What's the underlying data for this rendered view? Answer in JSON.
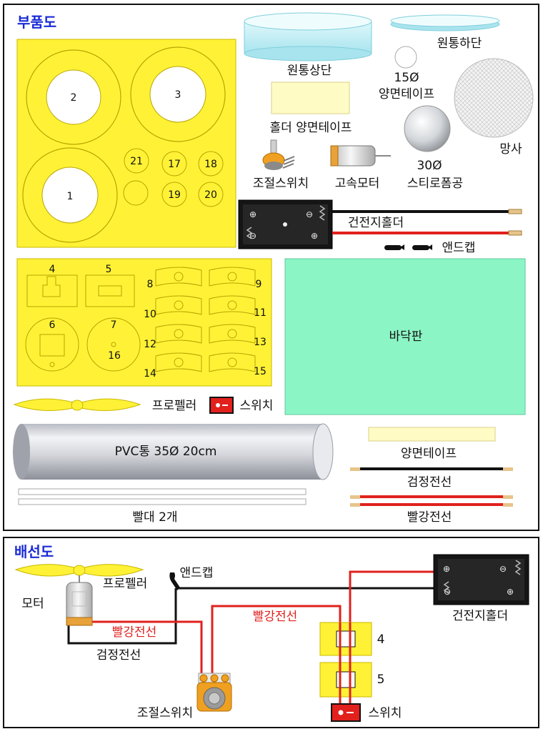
{
  "parts": {
    "title": "부품도",
    "numbers": [
      "2",
      "3",
      "1",
      "21",
      "17",
      "18",
      "19",
      "20",
      "4",
      "5",
      "6",
      "7",
      "16",
      "8",
      "9",
      "10",
      "11",
      "12",
      "13",
      "14",
      "15"
    ],
    "cylinder_top": "원통상단",
    "cylinder_bottom": "원통하단",
    "tape15_size": "15Ø",
    "tape15_name": "양면테이프",
    "mesh": "망사",
    "holder_tape": "홀더 양면테이프",
    "pot": "조절스위치",
    "motor": "고속모터",
    "ball_size": "30Ø",
    "ball_name": "스티로폼공",
    "battery_holder": "건전지홀더",
    "end_cap": "앤드캡",
    "base_plate": "바닥판",
    "propeller": "프로펠러",
    "switch": "스위치",
    "pvc": "PVC통 35Ø 20cm",
    "straw": "빨대 2개",
    "tape": "양면테이프",
    "black_wire": "검정전선",
    "red_wire": "빨강전선"
  },
  "wiring": {
    "title": "배선도",
    "propeller": "프로펠러",
    "motor": "모터",
    "end_cap": "앤드캡",
    "red_wire_1": "빨강전선",
    "red_wire_2": "빨강전선",
    "black_wire": "검정전선",
    "battery_holder": "건전지홀더",
    "part4": "4",
    "part5": "5",
    "pot": "조절스위치",
    "switch": "스위치"
  },
  "colors": {
    "sheet_yellow": "#fff236",
    "base_green": "#8cf5c5",
    "wire_red": "#e0211d",
    "wire_black": "#111111",
    "title_blue": "#1a2bd6"
  }
}
